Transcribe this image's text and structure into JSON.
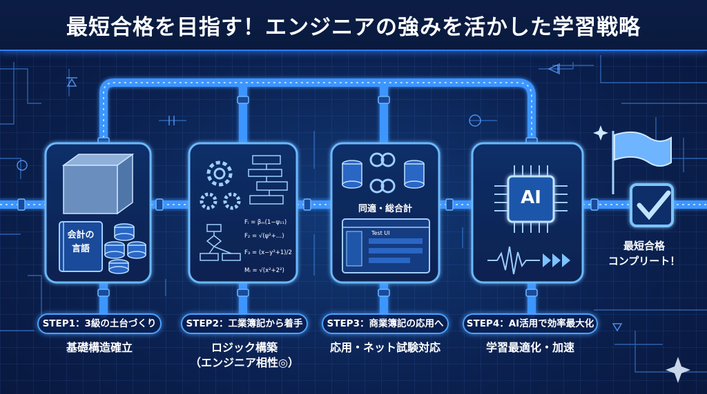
{
  "title": "最短合格を目指す！エンジニアの強みを活かした学習戦略",
  "steps": [
    {
      "label": "STEP1：3級の土台づくり",
      "caption_lines": [
        "基礎構造確立"
      ],
      "book_text": [
        "会計の",
        "言語"
      ]
    },
    {
      "label": "STEP2：工業簿記から着手",
      "caption_lines": [
        "ロジック構築",
        "（エンジニア相性◎）"
      ],
      "formulas": [
        "Fᵢ = βₘ(1−ψ₁₁)",
        "F₂ = √(ψ²+…)",
        "F₃ = (x−y²+1)/2",
        "Mᵢ = √(x²+2²)"
      ]
    },
    {
      "label": "STEP3：商業簿記の応用へ",
      "caption_lines": [
        "応用・ネット試験対応"
      ],
      "panel_text": "同適・総合計",
      "window_text": "Test UI"
    },
    {
      "label": "STEP4：AI活用で効率最大化",
      "caption_lines": [
        "学習最適化・加速"
      ],
      "chip_text": "AI"
    }
  ],
  "goal": {
    "lines": [
      "最短合格",
      "コンプリート！"
    ]
  },
  "colors": {
    "accent": "#4aa3ff",
    "glow": "#7cc4ff",
    "background": "#0a1a3c"
  },
  "icons": [
    "concrete-block-icon",
    "book-icon",
    "database-icon",
    "gear-icon",
    "flowchart-icon",
    "linked-database-icon",
    "browser-window-icon",
    "ai-chip-icon",
    "waveform-icon",
    "fast-forward-icon",
    "flag-icon",
    "checkbox-icon",
    "sparkle-icon"
  ]
}
